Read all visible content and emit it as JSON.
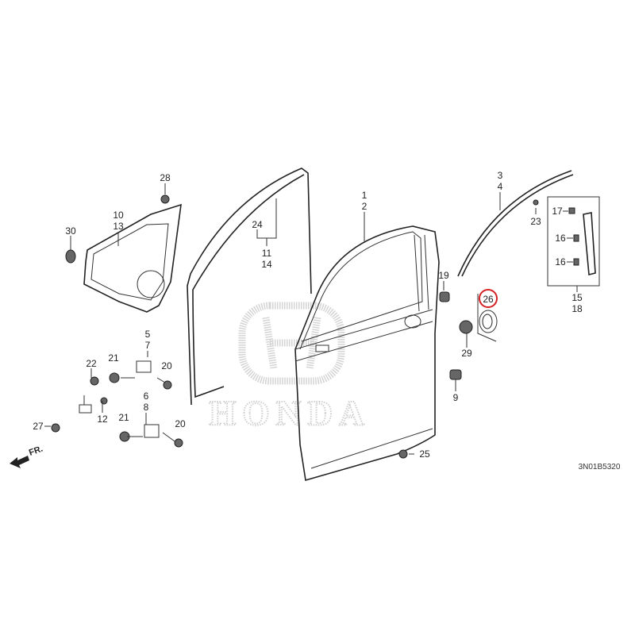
{
  "diagram": {
    "watermark_text": "HONDA",
    "diagram_code": "3N01B5320",
    "direction_label": "FR.",
    "highlighted_part": "26",
    "highlight_color": "#d42020",
    "callouts": {
      "p1": "1",
      "p2": "2",
      "p3": "3",
      "p4": "4",
      "p5": "5",
      "p6": "6",
      "p7": "7",
      "p8": "8",
      "p9": "9",
      "p10": "10",
      "p11": "11",
      "p12": "12",
      "p13": "13",
      "p14": "14",
      "p15": "15",
      "p16a": "16",
      "p16b": "16",
      "p17": "17",
      "p18": "18",
      "p19": "19",
      "p20a": "20",
      "p20b": "20",
      "p21a": "21",
      "p21b": "21",
      "p22": "22",
      "p23": "23",
      "p24": "24",
      "p25": "25",
      "p26": "26",
      "p27": "27",
      "p28": "28",
      "p29": "29",
      "p30": "30"
    }
  }
}
